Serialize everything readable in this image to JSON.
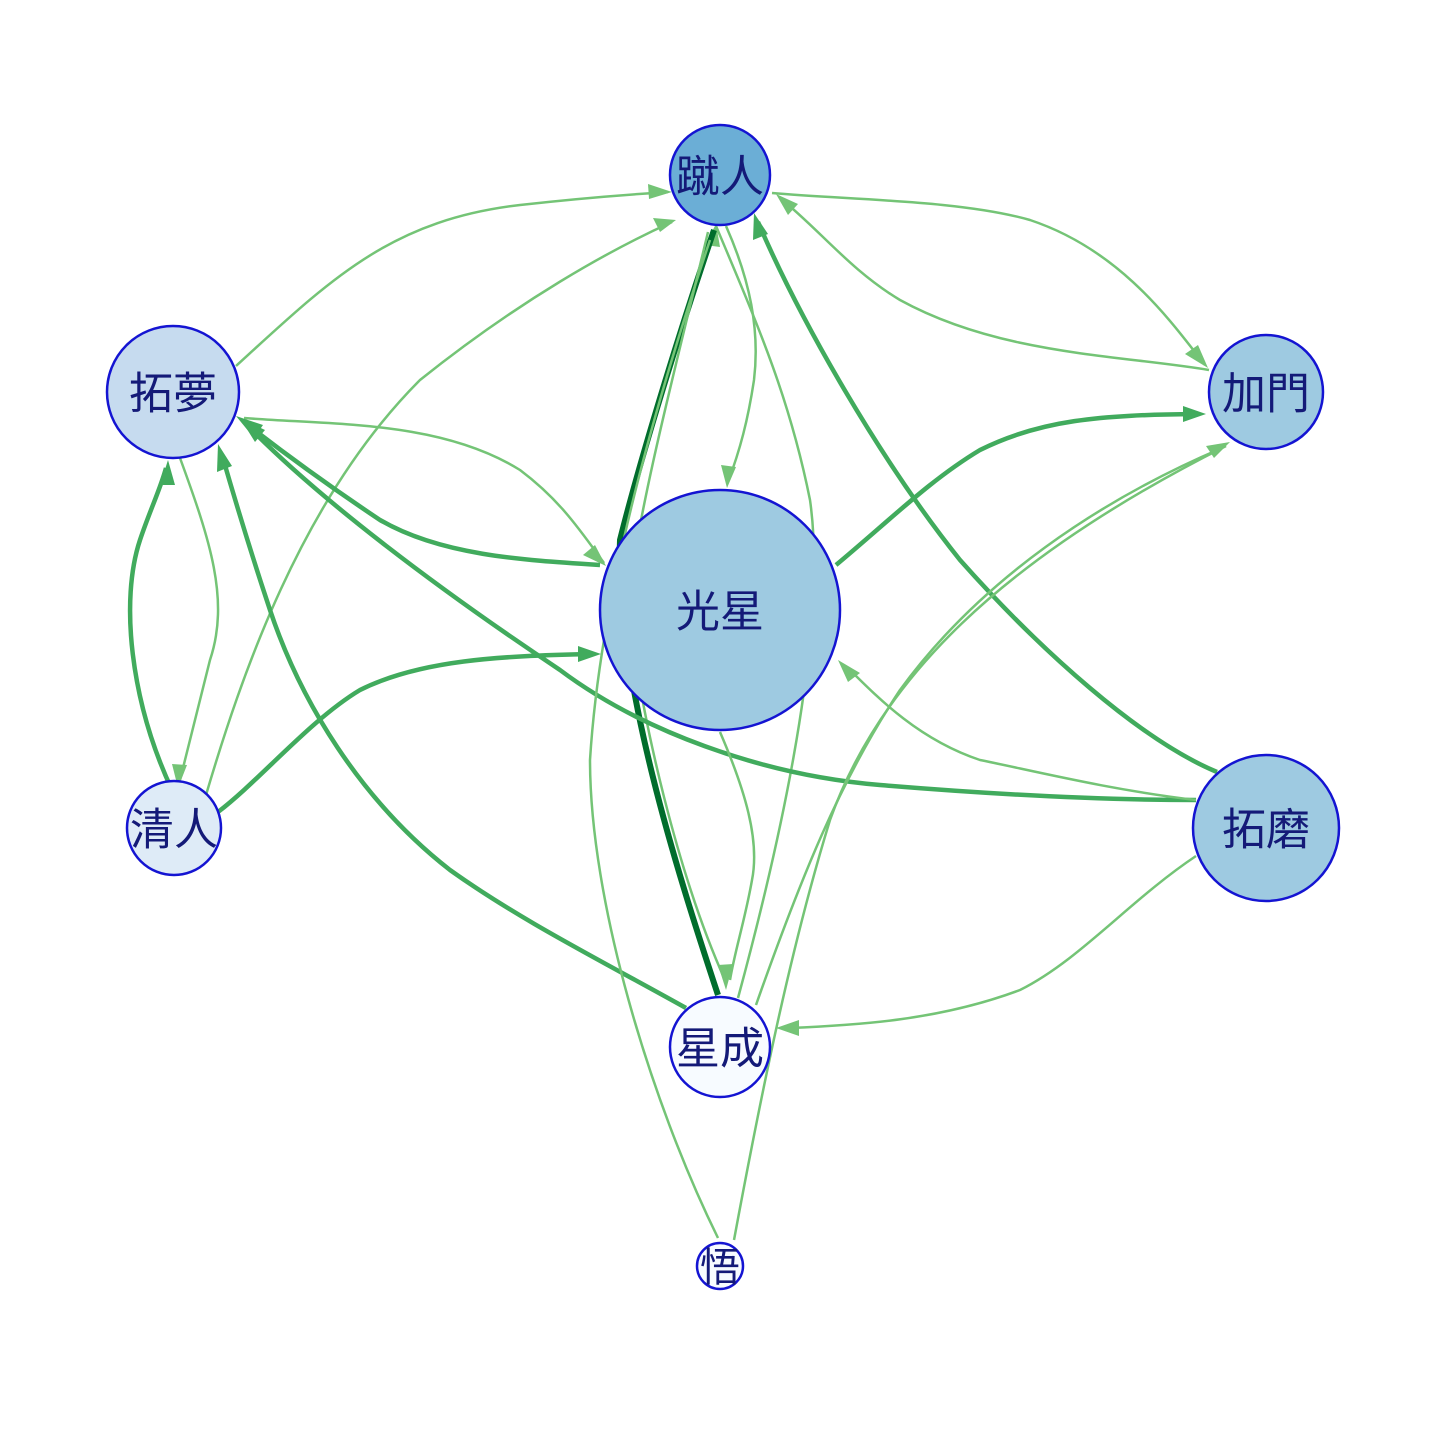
{
  "colors": {
    "node_stroke": "#1414d2",
    "label": "#141a78",
    "edge_light": "#74c476",
    "edge_mid": "#41ab5d",
    "edge_dark": "#006d2c"
  },
  "nodes": [
    {
      "id": "kick",
      "label": "蹴人",
      "fill": "#6baed6"
    },
    {
      "id": "tuomeng",
      "label": "拓夢",
      "fill": "#c6dbef"
    },
    {
      "id": "jiamen",
      "label": "加門",
      "fill": "#9ecae1"
    },
    {
      "id": "guangxing",
      "label": "光星",
      "fill": "#9ecae1"
    },
    {
      "id": "qingren",
      "label": "清人",
      "fill": "#deebf7"
    },
    {
      "id": "tuomo",
      "label": "拓磨",
      "fill": "#9ecae1"
    },
    {
      "id": "xingcheng",
      "label": "星成",
      "fill": "#f7fbff"
    },
    {
      "id": "wu",
      "label": "悟",
      "fill": "#f7fbff"
    }
  ],
  "edges": [
    {
      "from": "tuomeng",
      "to": "kick",
      "weight": "light"
    },
    {
      "from": "qingren",
      "to": "kick",
      "weight": "light"
    },
    {
      "from": "jiamen",
      "to": "kick",
      "weight": "light"
    },
    {
      "from": "kick",
      "to": "jiamen",
      "weight": "light"
    },
    {
      "from": "kick",
      "to": "guangxing",
      "weight": "light"
    },
    {
      "from": "kick",
      "to": "xingcheng",
      "weight": "dark"
    },
    {
      "from": "xingcheng",
      "to": "kick",
      "weight": "light"
    },
    {
      "from": "tuomo",
      "to": "kick",
      "weight": "mid"
    },
    {
      "from": "tuomeng",
      "to": "guangxing",
      "weight": "light"
    },
    {
      "from": "guangxing",
      "to": "tuomeng",
      "weight": "mid"
    },
    {
      "from": "qingren",
      "to": "tuomeng",
      "weight": "mid"
    },
    {
      "from": "tuomeng",
      "to": "qingren",
      "weight": "light"
    },
    {
      "from": "xingcheng",
      "to": "tuomeng",
      "weight": "mid"
    },
    {
      "from": "tuomo",
      "to": "tuomeng",
      "weight": "mid"
    },
    {
      "from": "guangxing",
      "to": "jiamen",
      "weight": "mid"
    },
    {
      "from": "xingcheng",
      "to": "jiamen",
      "weight": "light"
    },
    {
      "from": "wu",
      "to": "jiamen",
      "weight": "light"
    },
    {
      "from": "qingren",
      "to": "guangxing",
      "weight": "mid"
    },
    {
      "from": "tuomo",
      "to": "guangxing",
      "weight": "light"
    },
    {
      "from": "guangxing",
      "to": "xingcheng",
      "weight": "light"
    },
    {
      "from": "tuomo",
      "to": "xingcheng",
      "weight": "light"
    },
    {
      "from": "wu",
      "to": "kick",
      "weight": "light"
    }
  ]
}
